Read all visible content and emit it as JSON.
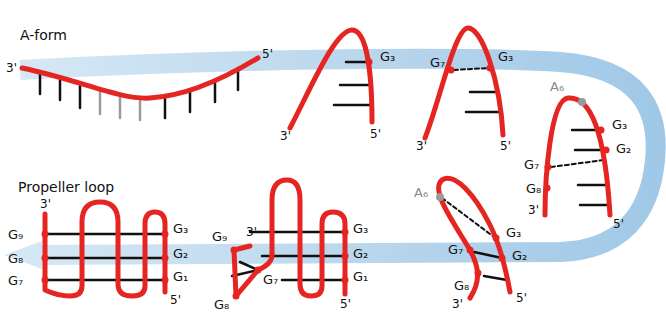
{
  "diagram": {
    "labels": [
      "A-form",
      "3'",
      "5'",
      "G₃",
      "3'",
      "5'",
      "G₇",
      "G₃",
      "3'",
      "5'",
      "A₆",
      "G₃",
      "G₂",
      "G₇",
      "G₈",
      "3'",
      "5'",
      "Propeller loop",
      "3'",
      "G₉",
      "G₈",
      "G₇",
      "G₃",
      "G₂",
      "G₁",
      "5'",
      "G₃",
      "G₂",
      "G₁",
      "G₉",
      "3'",
      "G₇",
      "G₈",
      "5'",
      "A₆",
      "G₃",
      "G₂",
      "G₇",
      "G₈",
      "3'",
      "5'"
    ]
  }
}
